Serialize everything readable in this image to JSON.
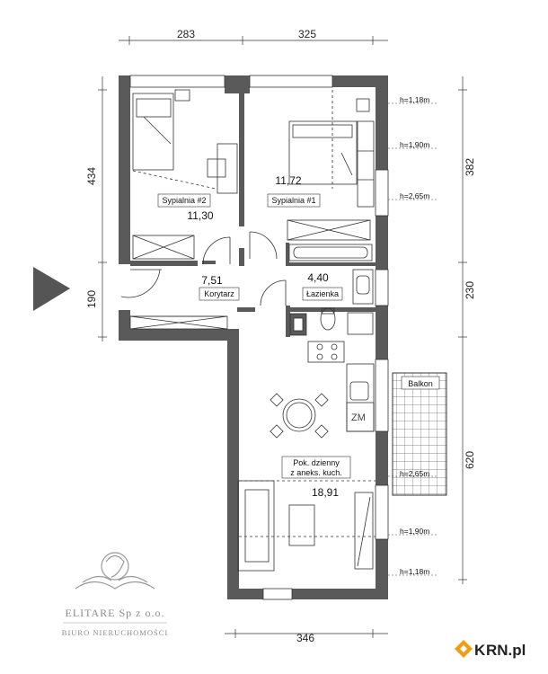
{
  "dimensions": {
    "top_left": "283",
    "top_right": "325",
    "left_upper": "434",
    "left_lower": "190",
    "right_upper": "382",
    "right_middle": "230",
    "right_lower": "620",
    "bottom": "346"
  },
  "rooms": {
    "bedroom2": {
      "name": "Sypialnia #2",
      "area": "11,30"
    },
    "bedroom1": {
      "name": "Sypialnia #1",
      "area": "11,72"
    },
    "corridor": {
      "name": "Korytarz",
      "area": "7,51"
    },
    "bathroom": {
      "name": "Łazienka",
      "area": "4,40"
    },
    "living": {
      "name_line1": "Pok. dzienny",
      "name_line2": "z aneks. kuch.",
      "area": "18,91"
    },
    "balcony": {
      "name": "Balkon"
    }
  },
  "heights": {
    "h1": "h=1,18m",
    "h2": "h=1,90m",
    "h3": "h=2,65m",
    "h4": "h=2,65m",
    "h5": "h=1,90m",
    "h6": "h=1,18m"
  },
  "fixtures": {
    "fridge": "ZM"
  },
  "branding": {
    "company": "ELITARE Sp z o.o.",
    "tagline": "BIURO NIERUCHOMOŚCI",
    "site_k": "K",
    "site_rest": "RN.pl"
  },
  "colors": {
    "wall": "#5a5a5a",
    "line": "#333333",
    "accent": "#f39c12"
  }
}
